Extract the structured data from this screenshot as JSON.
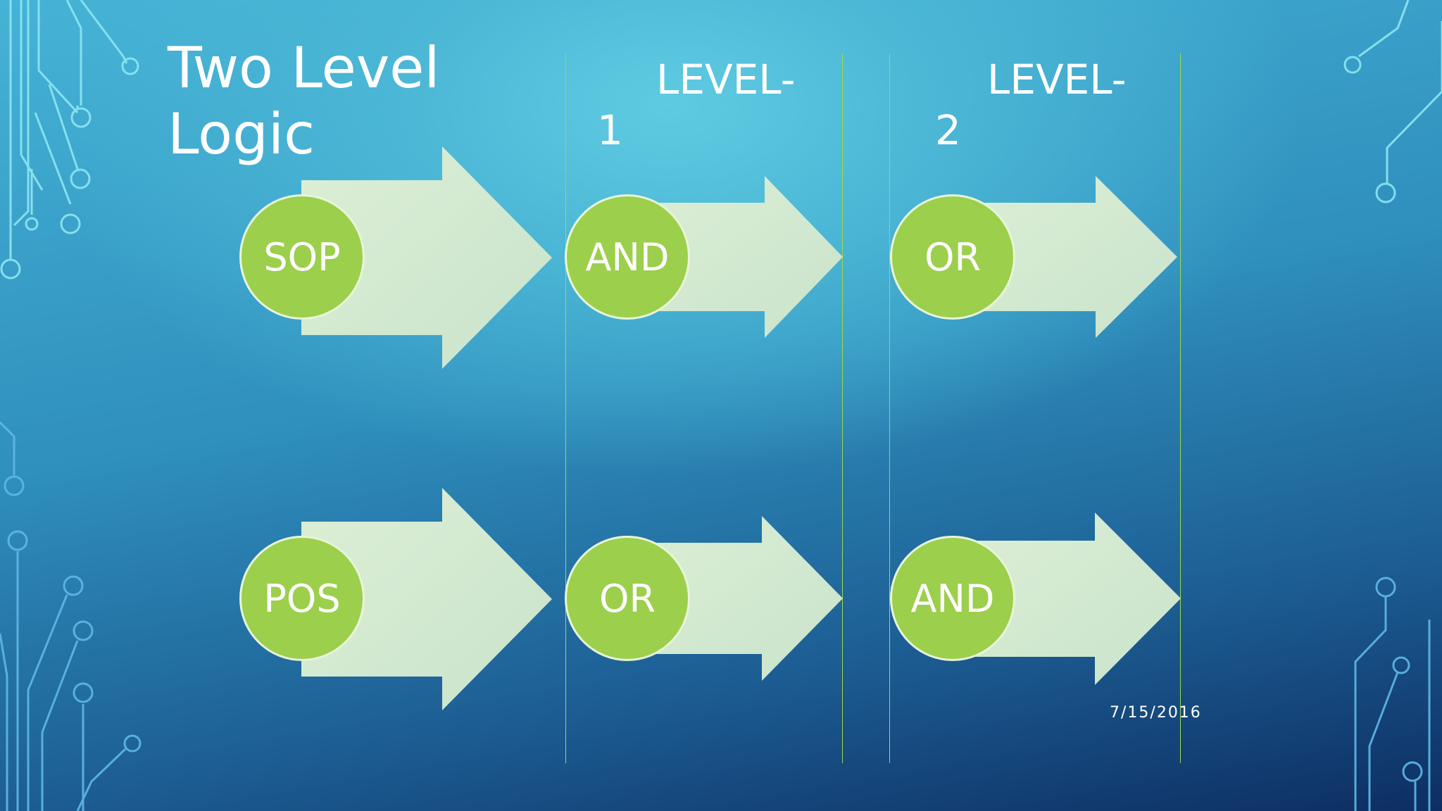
{
  "title": "Two Level Logic",
  "headers": [
    {
      "line1": "LEVEL-",
      "line2": "1"
    },
    {
      "line1": "LEVEL-",
      "line2": "2"
    }
  ],
  "rows": [
    {
      "form": "SOP",
      "level1": "AND",
      "level2": "OR"
    },
    {
      "form": "POS",
      "level1": "OR",
      "level2": "AND"
    }
  ],
  "date": "7/15/2016",
  "colors": {
    "node_fill": "#9ccf4b",
    "node_border": "#e8f5d8",
    "arrow_fill": "#d6ebd0",
    "divider": "#9ed84a",
    "circuit": "#7fe3f0"
  }
}
